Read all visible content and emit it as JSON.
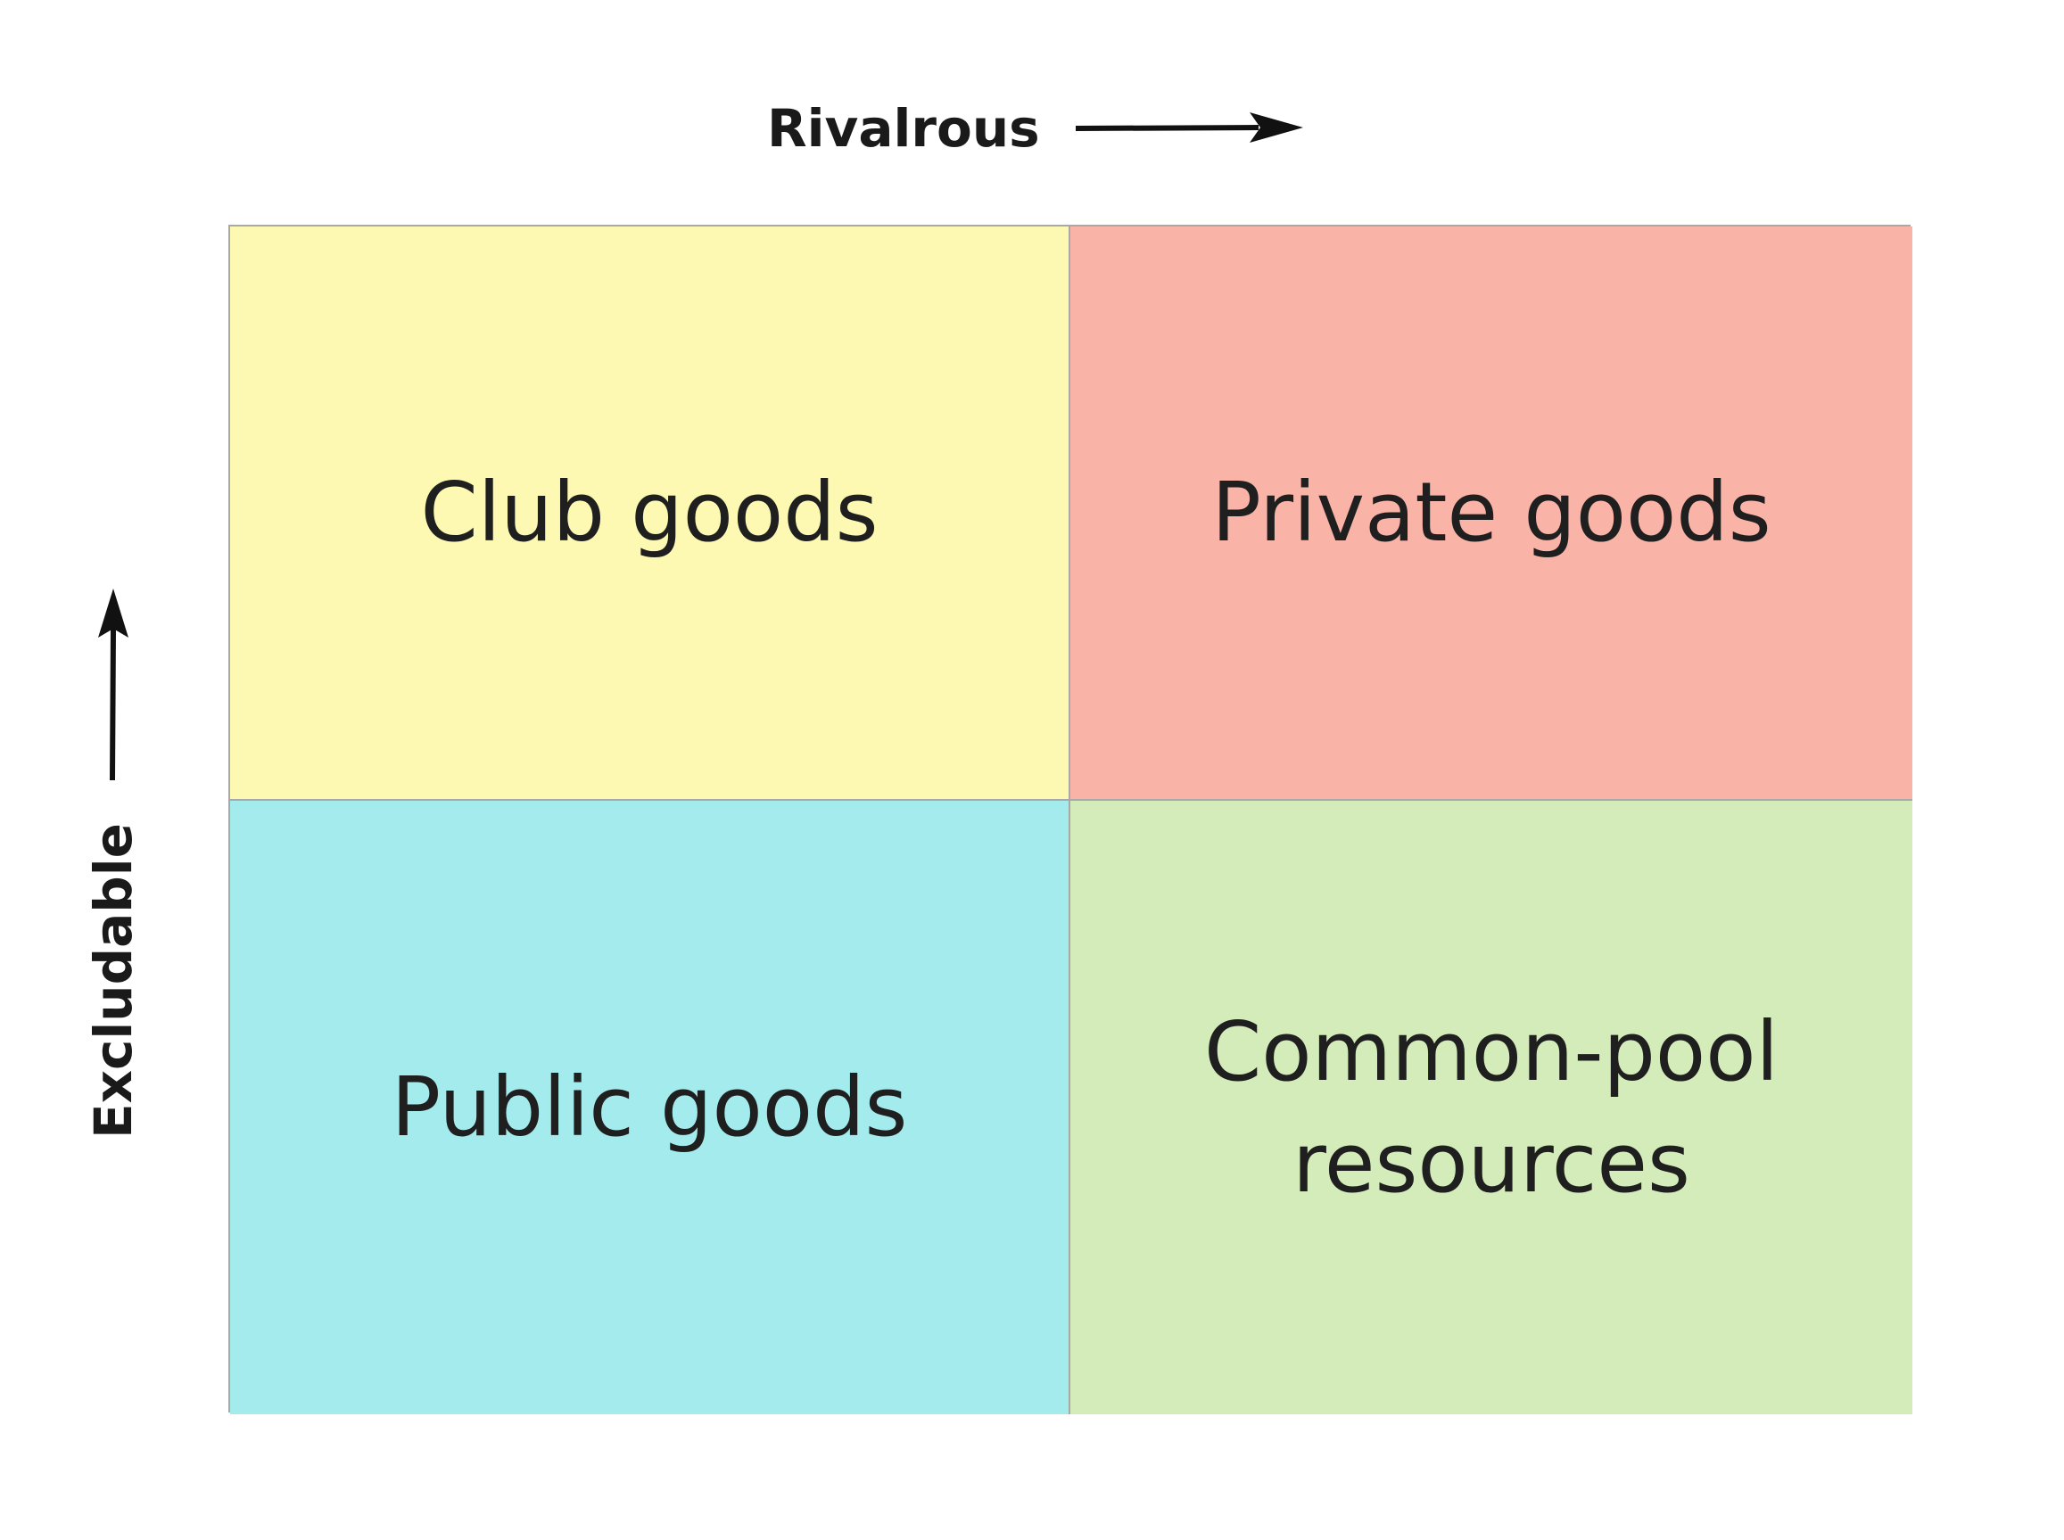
{
  "axes": {
    "x_label": "Rivalrous",
    "y_label": "Excludable",
    "arrow_color": "#111111"
  },
  "quadrants": {
    "top_left": {
      "label": "Club goods",
      "color": "#fdf9b3"
    },
    "top_right": {
      "label": "Private goods",
      "color": "#f9b3a7"
    },
    "bottom_left": {
      "label": "Public goods",
      "color": "#a3ebec"
    },
    "bottom_right": {
      "label": "Common-pool resources",
      "color": "#d4ecb9"
    }
  },
  "border_color": "#a8a8a8"
}
